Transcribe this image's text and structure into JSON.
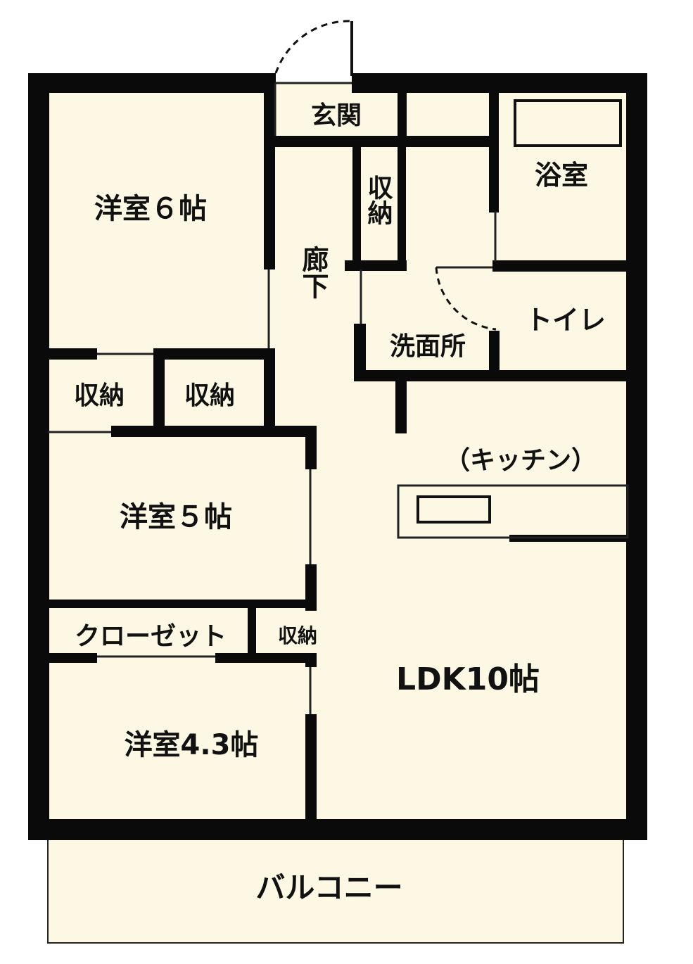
{
  "colors": {
    "floor": "#fcf8e4",
    "wall": "#0a0a0a",
    "thin_line": "#222222",
    "background": "#ffffff"
  },
  "rooms": {
    "western_6": "洋室６帖",
    "entrance": "玄関",
    "bathroom": "浴室",
    "storage_hall": "収納",
    "corridor": "廊下",
    "toilet": "トイレ",
    "washroom": "洗面所",
    "storage_left": "収納",
    "storage_middle": "収納",
    "kitchen": "（キッチン）",
    "western_5": "洋室５帖",
    "closet": "クローゼット",
    "storage_small": "収納",
    "ldk": "LDK10帖",
    "western_4_3": "洋室4.3帖",
    "balcony": "バルコニー"
  }
}
